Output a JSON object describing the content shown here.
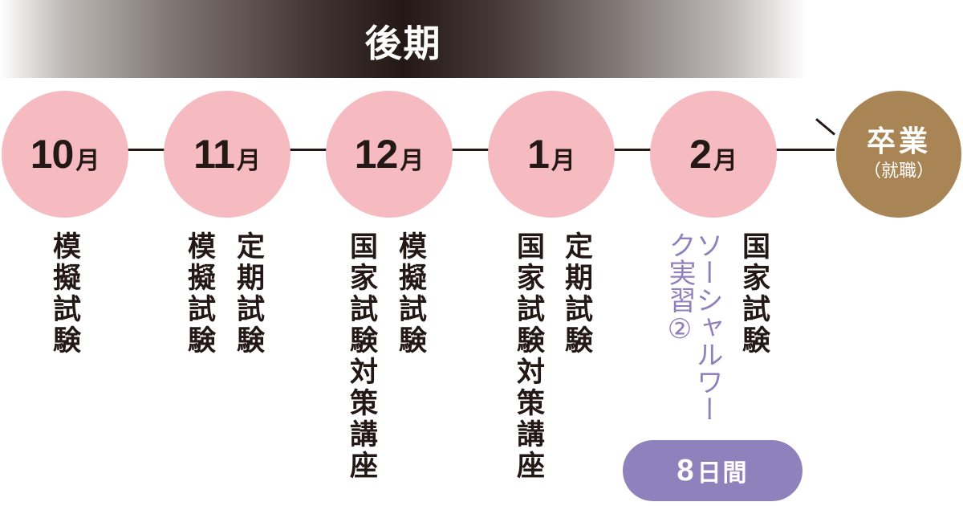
{
  "header": {
    "title": "後期"
  },
  "timeline": {
    "months": [
      {
        "num": "10",
        "unit": "月"
      },
      {
        "num": "11",
        "unit": "月"
      },
      {
        "num": "12",
        "unit": "月"
      },
      {
        "num": "1",
        "unit": "月"
      },
      {
        "num": "2",
        "unit": "月"
      }
    ],
    "graduation": {
      "main": "卒業",
      "sub": "（就職）"
    }
  },
  "events": {
    "oct": [
      "模擬試験"
    ],
    "nov": [
      "定期試験",
      "模擬試験"
    ],
    "dec": [
      "模擬試験",
      "国家試験対策講座"
    ],
    "jan": [
      "定期試験",
      "国家試験対策講座"
    ],
    "feb": [
      "国家試験",
      "ソーシャルワーク実習②"
    ]
  },
  "badge": {
    "num": "8",
    "unit": "日間"
  },
  "colors": {
    "month_circle": "#f5bbc0",
    "graduation_circle": "#a98555",
    "practicum": "#8f82bc",
    "text": "#231815"
  }
}
